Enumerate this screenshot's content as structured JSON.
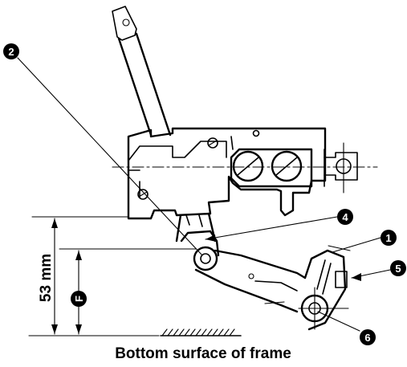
{
  "callouts": {
    "c1": "1",
    "c2": "2",
    "c4": "4",
    "c5": "5",
    "c6": "6",
    "cF": "F"
  },
  "dimension": {
    "label": "53 mm"
  },
  "caption": "Bottom surface of frame",
  "colors": {
    "ink": "#000000",
    "paper": "#ffffff"
  }
}
